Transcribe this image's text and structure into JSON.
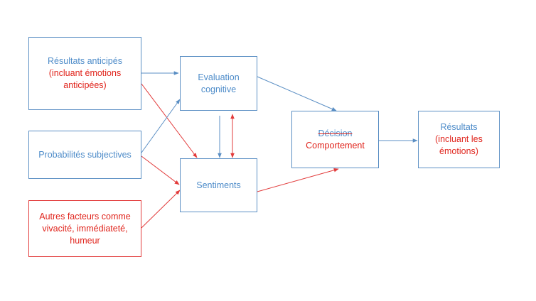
{
  "colors": {
    "blue": "#5b8fc4",
    "red": "#e23b3b",
    "blue_text": "#4e8cc9",
    "red_text": "#e0241c"
  },
  "nodes": {
    "resultats_anticipes": {
      "line1": "Résultats anticipés",
      "line2": "(incluant émotions",
      "line3": "anticipées)"
    },
    "probabilites": {
      "line1": "Probabilités subjectives"
    },
    "autres_facteurs": {
      "line1": "Autres facteurs comme",
      "line2": "vivacité, immédiateté,",
      "line3": "humeur"
    },
    "evaluation": {
      "line1": "Evaluation",
      "line2": "cognitive"
    },
    "sentiments": {
      "line1": "Sentiments"
    },
    "decision": {
      "struck": "Décision",
      "line2": "Comportement"
    },
    "resultats": {
      "line1": "Résultats",
      "line2": "(incluant les",
      "line3": "émotions)"
    }
  }
}
